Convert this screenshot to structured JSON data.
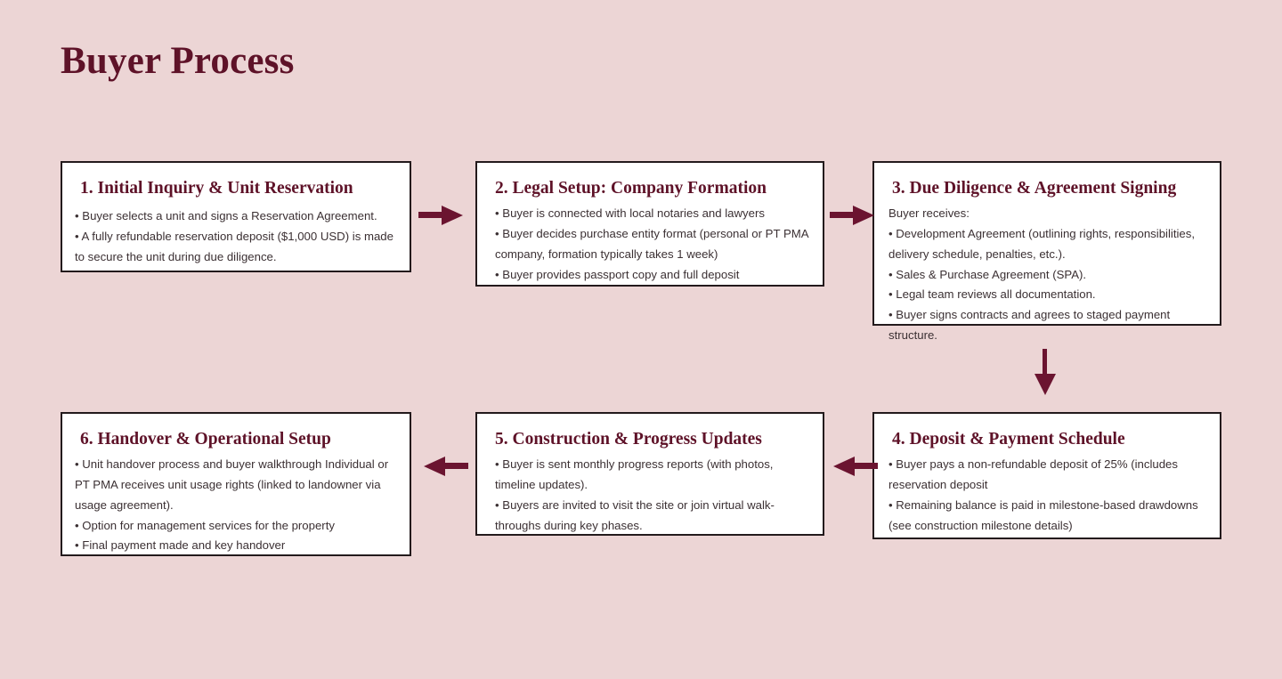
{
  "page": {
    "title": "Buyer Process",
    "background_color": "#ecd5d5",
    "accent_color": "#5e1228",
    "box_fill_color": "#ffffff",
    "box_border_color": "#231a1c",
    "body_text_color": "#3b3033"
  },
  "steps": [
    {
      "id": "step-1",
      "heading": "1. Initial Inquiry & Unit Reservation",
      "lines": [
        "•  Buyer selects a unit and signs a Reservation Agreement.",
        "• A fully refundable reservation deposit ($1,000 USD) is made to secure the unit during due diligence."
      ]
    },
    {
      "id": "step-2",
      "heading": "2. Legal Setup: Company Formation",
      "lines": [
        "• Buyer is connected with local notaries and lawyers",
        "• Buyer decides purchase entity format (personal or PT PMA company, formation typically takes 1 week)",
        "• Buyer provides passport copy and full deposit"
      ]
    },
    {
      "id": "step-3",
      "heading": "3. Due Diligence & Agreement Signing",
      "lines": [
        "Buyer receives:",
        "• Development Agreement (outlining rights, responsibilities, delivery schedule, penalties, etc.).",
        "• Sales & Purchase Agreement (SPA).",
        "• Legal team reviews all documentation.",
        "• Buyer signs contracts and agrees to staged payment structure."
      ]
    },
    {
      "id": "step-4",
      "heading": "4. Deposit & Payment Schedule",
      "lines": [
        "• Buyer pays a non-refundable deposit of 25% (includes reservation deposit",
        "• Remaining balance is paid in milestone-based drawdowns (see construction milestone details)"
      ]
    },
    {
      "id": "step-5",
      "heading": "5. Construction & Progress Updates",
      "lines": [
        "• Buyer is sent monthly progress reports (with photos, timeline updates).",
        "• Buyers are invited to visit the site or join virtual walk-throughs during key phases."
      ]
    },
    {
      "id": "step-6",
      "heading": "6. Handover & Operational Setup",
      "lines": [
        "• Unit handover process and buyer walkthrough Individual or PT PMA receives unit usage rights (linked to landowner via usage agreement).",
        "• Option for management services for the property",
        "• Final payment made and key handover"
      ]
    }
  ],
  "connectors": [
    {
      "id": "arrow-1-2",
      "from": "step-1",
      "to": "step-2",
      "direction": "right"
    },
    {
      "id": "arrow-2-3",
      "from": "step-2",
      "to": "step-3",
      "direction": "right"
    },
    {
      "id": "arrow-3-4",
      "from": "step-3",
      "to": "step-4",
      "direction": "down"
    },
    {
      "id": "arrow-4-5",
      "from": "step-4",
      "to": "step-5",
      "direction": "left"
    },
    {
      "id": "arrow-5-6",
      "from": "step-5",
      "to": "step-6",
      "direction": "left"
    }
  ]
}
